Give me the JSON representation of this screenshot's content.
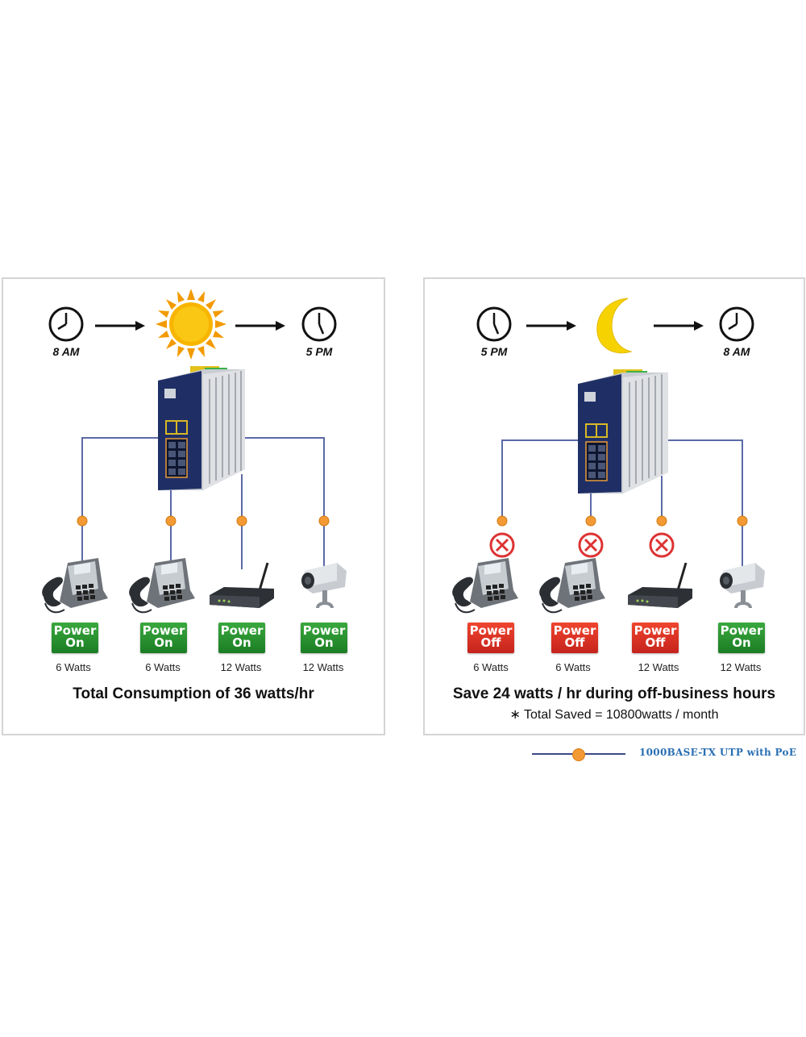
{
  "left_panel": {
    "start_time": "8 AM",
    "end_time": "5 PM",
    "period_icon": "sun-icon",
    "devices": [
      {
        "type": "ip-phone",
        "status_line1": "Power",
        "status_line2": "On",
        "status": "on",
        "watts": "6 Watts"
      },
      {
        "type": "ip-phone",
        "status_line1": "Power",
        "status_line2": "On",
        "status": "on",
        "watts": "6 Watts"
      },
      {
        "type": "wireless-ap",
        "status_line1": "Power",
        "status_line2": "On",
        "status": "on",
        "watts": "12 Watts"
      },
      {
        "type": "ip-camera",
        "status_line1": "Power",
        "status_line2": "On",
        "status": "on",
        "watts": "12 Watts"
      }
    ],
    "caption": "Total Consumption of 36 watts/hr"
  },
  "right_panel": {
    "start_time": "5 PM",
    "end_time": "8 AM",
    "period_icon": "moon-icon",
    "devices": [
      {
        "type": "ip-phone",
        "status_line1": "Power",
        "status_line2": "Off",
        "status": "off",
        "watts": "6 Watts"
      },
      {
        "type": "ip-phone",
        "status_line1": "Power",
        "status_line2": "Off",
        "status": "off",
        "watts": "6 Watts"
      },
      {
        "type": "wireless-ap",
        "status_line1": "Power",
        "status_line2": "Off",
        "status": "off",
        "watts": "12 Watts"
      },
      {
        "type": "ip-camera",
        "status_line1": "Power",
        "status_line2": "On",
        "status": "on",
        "watts": "12 Watts"
      }
    ],
    "caption": "Save 24 watts / hr during off-business hours",
    "subcaption": "∗ Total Saved = 10800watts / month"
  },
  "legend": {
    "label": "1000BASE-TX UTP with PoE",
    "line_color": "#3b4a8a",
    "dot_color": "#f39a34"
  },
  "colors": {
    "power_on": "#23892b",
    "power_off": "#d9301f",
    "switch_body": "#1f2f66",
    "sun": "#f7b500",
    "moon": "#f6d300"
  }
}
